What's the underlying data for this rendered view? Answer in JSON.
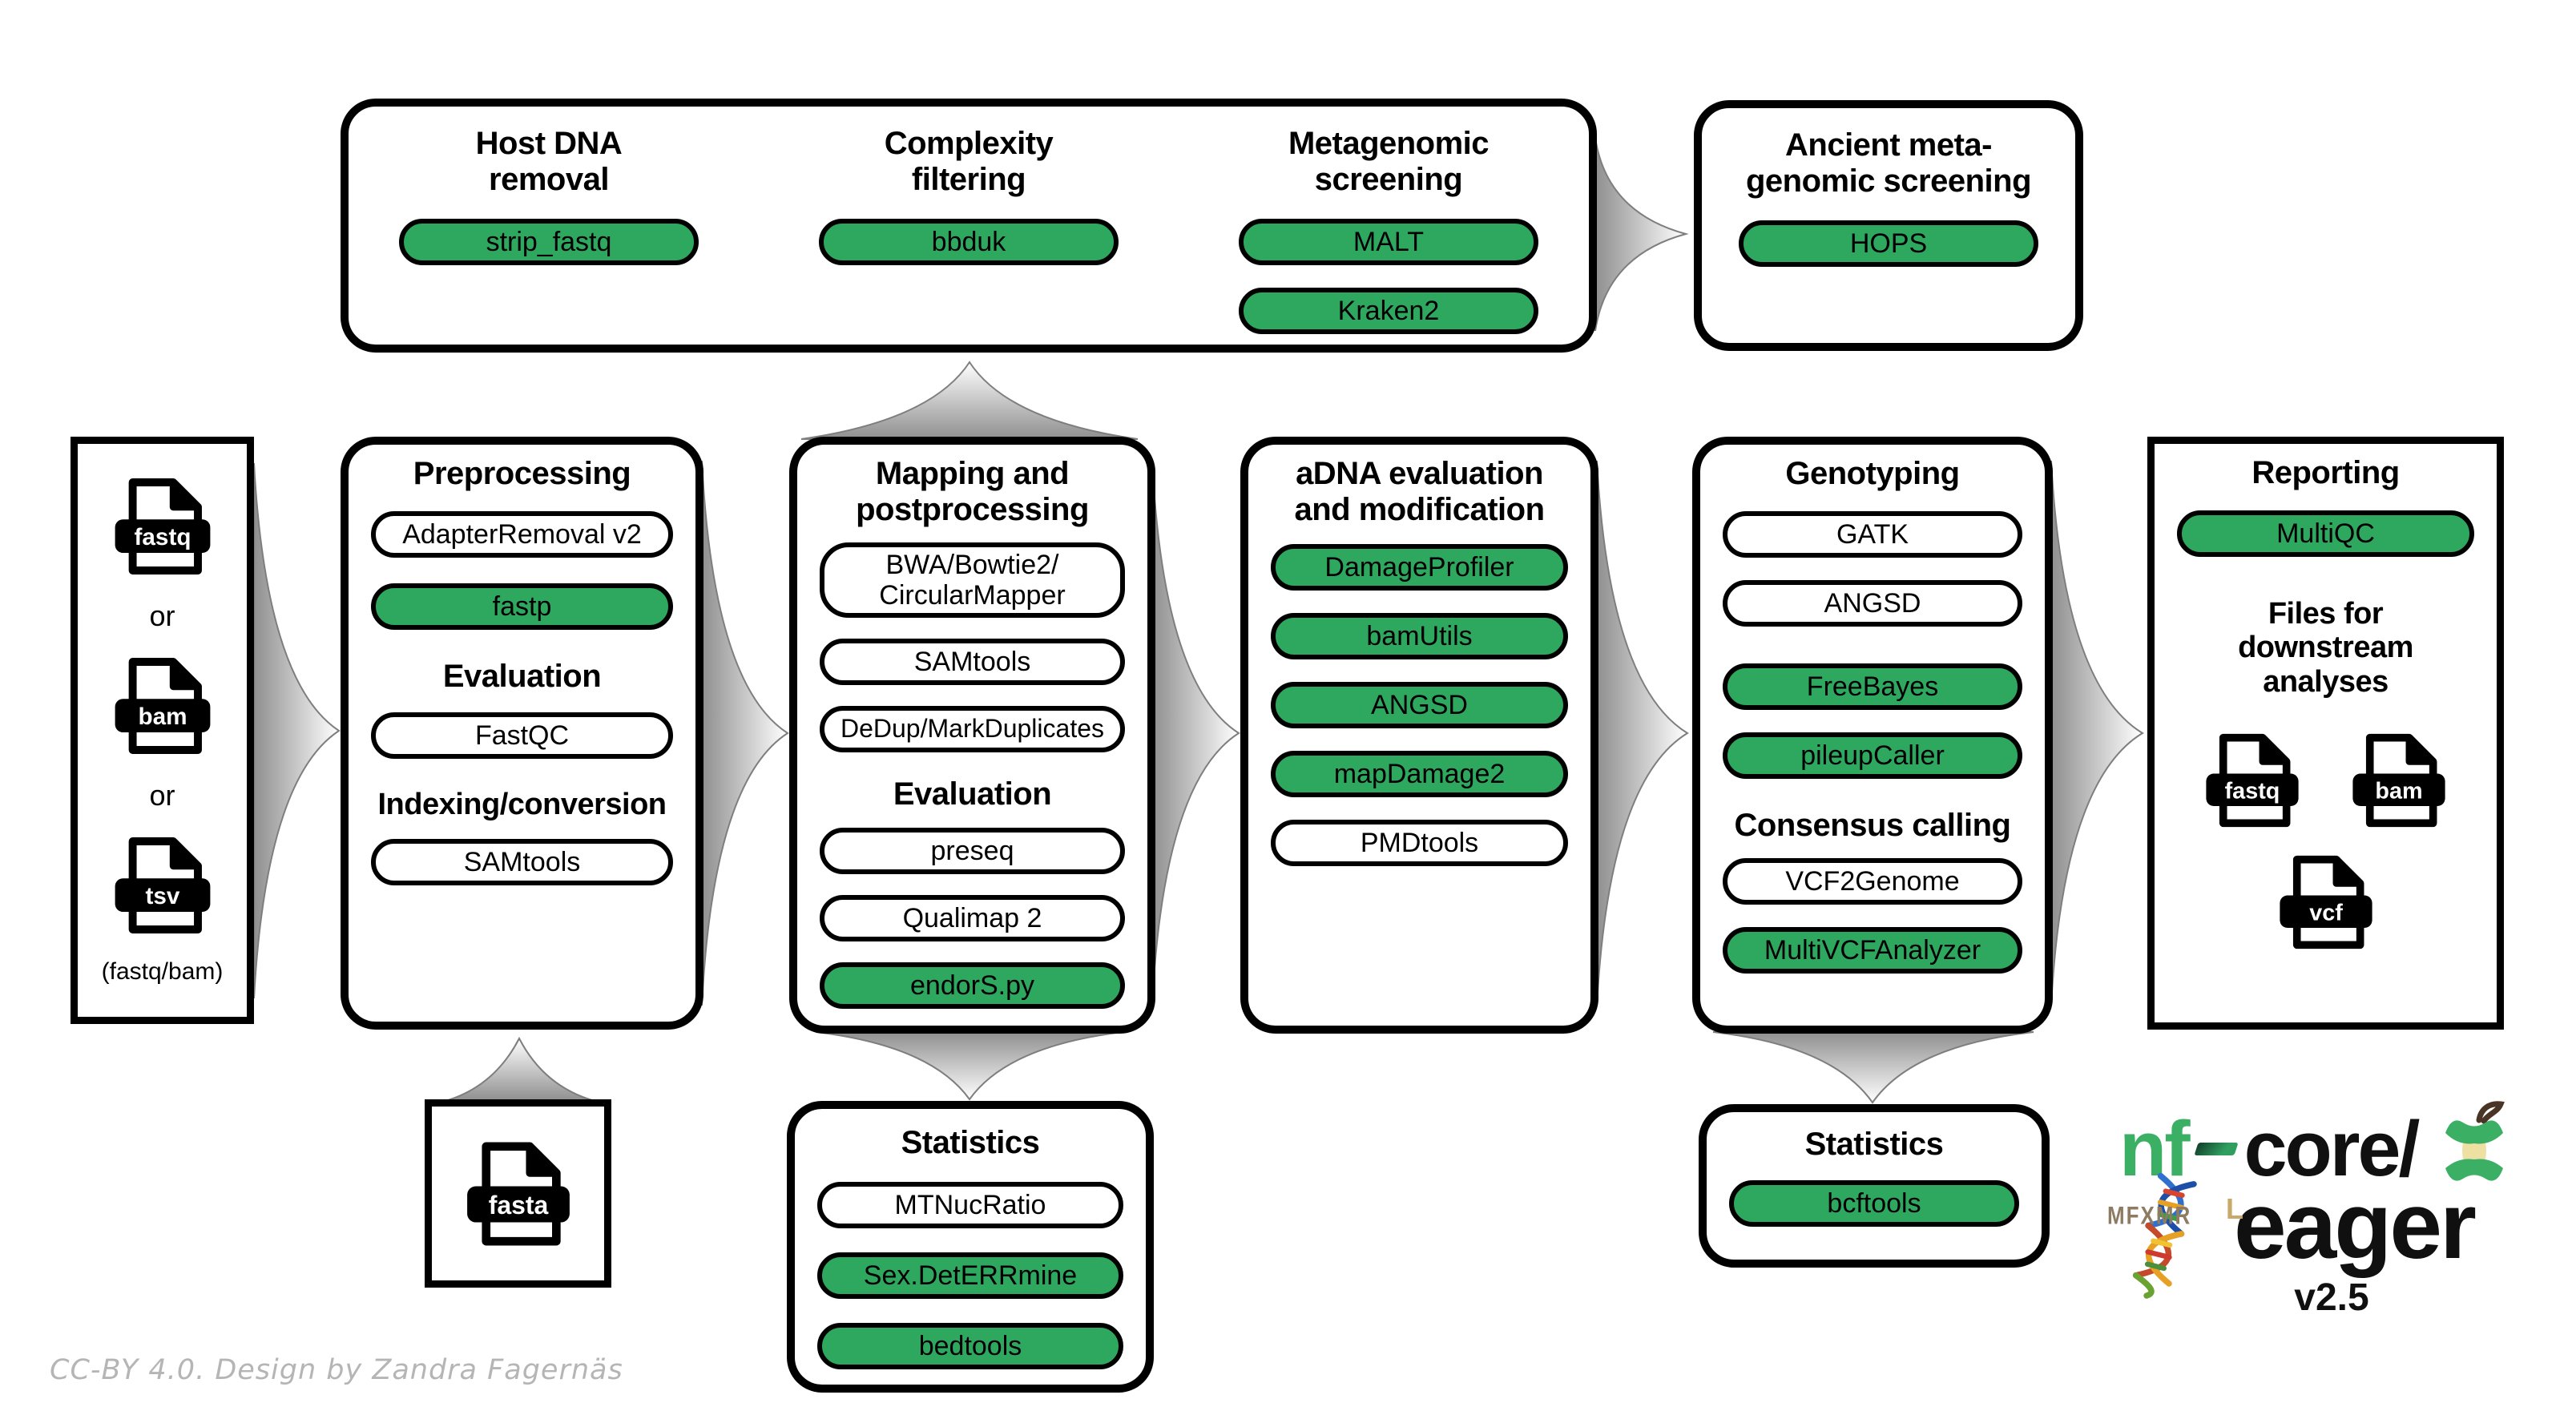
{
  "colors": {
    "green": "#2FA85F",
    "nf_green": "#3BB065",
    "black": "#000000",
    "arrow_gray": "#8F8F8F",
    "credit_gray": "#B5B5B5"
  },
  "pre_mapping": {
    "host": {
      "title": "Host DNA\nremoval",
      "pill_strip_fastq": "strip_fastq"
    },
    "complexity": {
      "title": "Complexity\nfiltering",
      "pill_bbduk": "bbduk"
    },
    "metagenomic": {
      "title": "Metagenomic\nscreening",
      "pill_malt": "MALT",
      "pill_kraken2": "Kraken2"
    }
  },
  "ancient_screening": {
    "title": "Ancient meta-\ngenomic screening",
    "pill_hops": "HOPS"
  },
  "inputs": {
    "file_fastq": "fastq",
    "or": "or",
    "file_bam": "bam",
    "file_tsv": "tsv",
    "note": "(fastq/bam)"
  },
  "preprocessing": {
    "title": "Preprocessing",
    "pill_adapterremoval": "AdapterRemoval v2",
    "pill_fastp": "fastp",
    "heading_evaluation": "Evaluation",
    "pill_fastqc": "FastQC",
    "heading_indexing": "Indexing/conversion",
    "pill_samtools": "SAMtools"
  },
  "mapping": {
    "title": "Mapping and\npostprocessing",
    "pill_bwa": "BWA/Bowtie2/\nCircularMapper",
    "pill_samtools": "SAMtools",
    "pill_dedup": "DeDup/MarkDuplicates",
    "heading_evaluation": "Evaluation",
    "pill_preseq": "preseq",
    "pill_qualimap": "Qualimap 2",
    "pill_endors": "endorS.py"
  },
  "adna": {
    "title": "aDNA evaluation\nand modification",
    "pill_damageprofiler": "DamageProfiler",
    "pill_bamutils": "bamUtils",
    "pill_angsd": "ANGSD",
    "pill_mapdamage": "mapDamage2",
    "pill_pmdtools": "PMDtools"
  },
  "genotyping": {
    "title": "Genotyping",
    "pill_gatk": "GATK",
    "pill_angsd": "ANGSD",
    "pill_freebayes": "FreeBayes",
    "pill_pileupcaller": "pileupCaller",
    "heading_consensus": "Consensus calling",
    "pill_vcf2genome": "VCF2Genome",
    "pill_multivcf": "MultiVCFAnalyzer"
  },
  "reporting": {
    "title": "Reporting",
    "pill_multiqc": "MultiQC",
    "heading_downstream": "Files for downstream\nanalyses",
    "file_fastq": "fastq",
    "file_bam": "bam",
    "file_vcf": "vcf"
  },
  "reference": {
    "file_fasta": "fasta"
  },
  "statistics_mapping": {
    "title": "Statistics",
    "pill_mtnucratio": "MTNucRatio",
    "pill_sexdeterrmine": "Sex.DetERRmine",
    "pill_bedtools": "bedtools"
  },
  "statistics_genotyping": {
    "title": "Statistics",
    "pill_bcftools": "bcftools"
  },
  "logo": {
    "nf": "nf",
    "core": "core/",
    "eager": "eager",
    "version": "v2.5",
    "runes": "MFXMR",
    "rune_l": "L"
  },
  "footer": {
    "credit": "CC-BY 4.0. Design by Zandra Fagernäs"
  }
}
